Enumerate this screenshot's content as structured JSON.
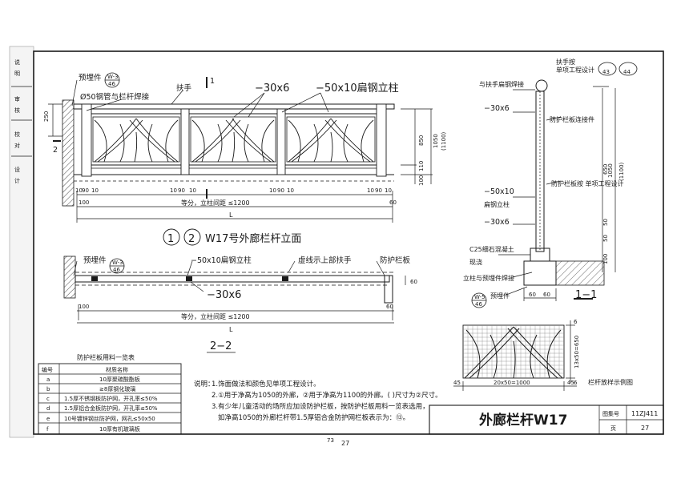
{
  "side_stamp": [
    "说",
    "明",
    "审",
    "核",
    "校",
    "对",
    "设",
    "计"
  ],
  "elevation": {
    "labels": {
      "embed": "预埋件",
      "tube": "Ø50钢管与栏杆焊接",
      "handrail": "扶手",
      "bar": "−30x6",
      "post": "−50x10扁钢立柱",
      "section_mark": "1"
    },
    "callout_code": "W-3",
    "callout_page": "46",
    "dims": {
      "left_250": "250",
      "left_2": "2",
      "right_850": "850",
      "right_1050": "1050",
      "right_1100": "(1100)",
      "right_110": "110",
      "right_100": "100",
      "b1": "10",
      "b2": "90",
      "b3": "10",
      "b_100": "100",
      "b_60": "60",
      "span_text": "等分，立柱间距 ≤1200",
      "total": "L"
    },
    "title_num1": "1",
    "title_num2": "2",
    "title": "W17号外廊栏杆立面"
  },
  "plan": {
    "labels": {
      "embed": "预埋件",
      "post": "−50x10扁钢立柱",
      "rail": "虚线示上部扶手",
      "guard": "防护栏板",
      "bar": "−30x6",
      "side_dim": "60"
    },
    "callout_code": "W-3",
    "callout_page": "46",
    "b_100": "100",
    "b_60": "60",
    "span_text": "等分，立柱间距 ≤1200",
    "total": "L",
    "title": "2−2"
  },
  "section": {
    "top_label": "扶手按\n单项工程设计",
    "ref1": "43",
    "ref2": "44",
    "labels": {
      "weld": "与扶手扁钢焊接",
      "bar": "−30x6",
      "connector": "防护栏板连接件",
      "guard": "防护栏板按\n单项工程设计",
      "post1": "−50x10",
      "post2": "扁钢立柱",
      "bar2": "−30x6",
      "concrete": "C25细石混凝土",
      "pour": "现浇",
      "weld2": "立柱与预埋件焊接",
      "embed": "预埋件"
    },
    "callout_code": "W-5",
    "callout_page": "46",
    "dims": {
      "d650": "650",
      "d1050": "1050",
      "d1100": "(1100)",
      "d100": "100",
      "d50a": "50",
      "d50b": "50",
      "w60a": "60",
      "w60b": "60"
    },
    "title": "1−1"
  },
  "material_table": {
    "caption": "防护栏板用料一览表",
    "headers": [
      "编号",
      "材质名称"
    ],
    "rows": [
      [
        "a",
        "10厚聚碳酸酯板"
      ],
      [
        "b",
        "≥8厚钢化玻璃"
      ],
      [
        "c",
        "1.5厚不锈钢板防护网，开孔率≤50%"
      ],
      [
        "d",
        "1.5厚铝合金板防护网，开孔率≤50%"
      ],
      [
        "e",
        "10号镀锌钢丝防护网，网孔≤50x50"
      ],
      [
        "f",
        "10厚有机玻璃板"
      ]
    ]
  },
  "notes": {
    "title": "说明：",
    "lines": [
      "1.饰面做法和颜色见单项工程设计。",
      "2.①用于净高为1050的外廊，②用于净高为1100的外廊。( )尺寸为②尺寸。",
      "3.有少年儿童活动的场所应加设防护栏板，按防护栏板用料一览表选用，",
      "如净高1050的外廊栏杆带1.5厚铝合金防护网栏板表示为：⑬。"
    ]
  },
  "pattern": {
    "caption": "栏杆放样示例图",
    "d45a": "45",
    "d45b": "45",
    "span": "20x50=1000",
    "d_height": "13x50=650",
    "d6a": "6",
    "d6b": "6"
  },
  "title_block": {
    "name": "外廊栏杆W17",
    "atlas_label": "图集号",
    "atlas_value": "11ZJ411",
    "page_label": "页",
    "page_value": "27"
  },
  "bottom_page": {
    "faded": "73",
    "num": "27"
  }
}
